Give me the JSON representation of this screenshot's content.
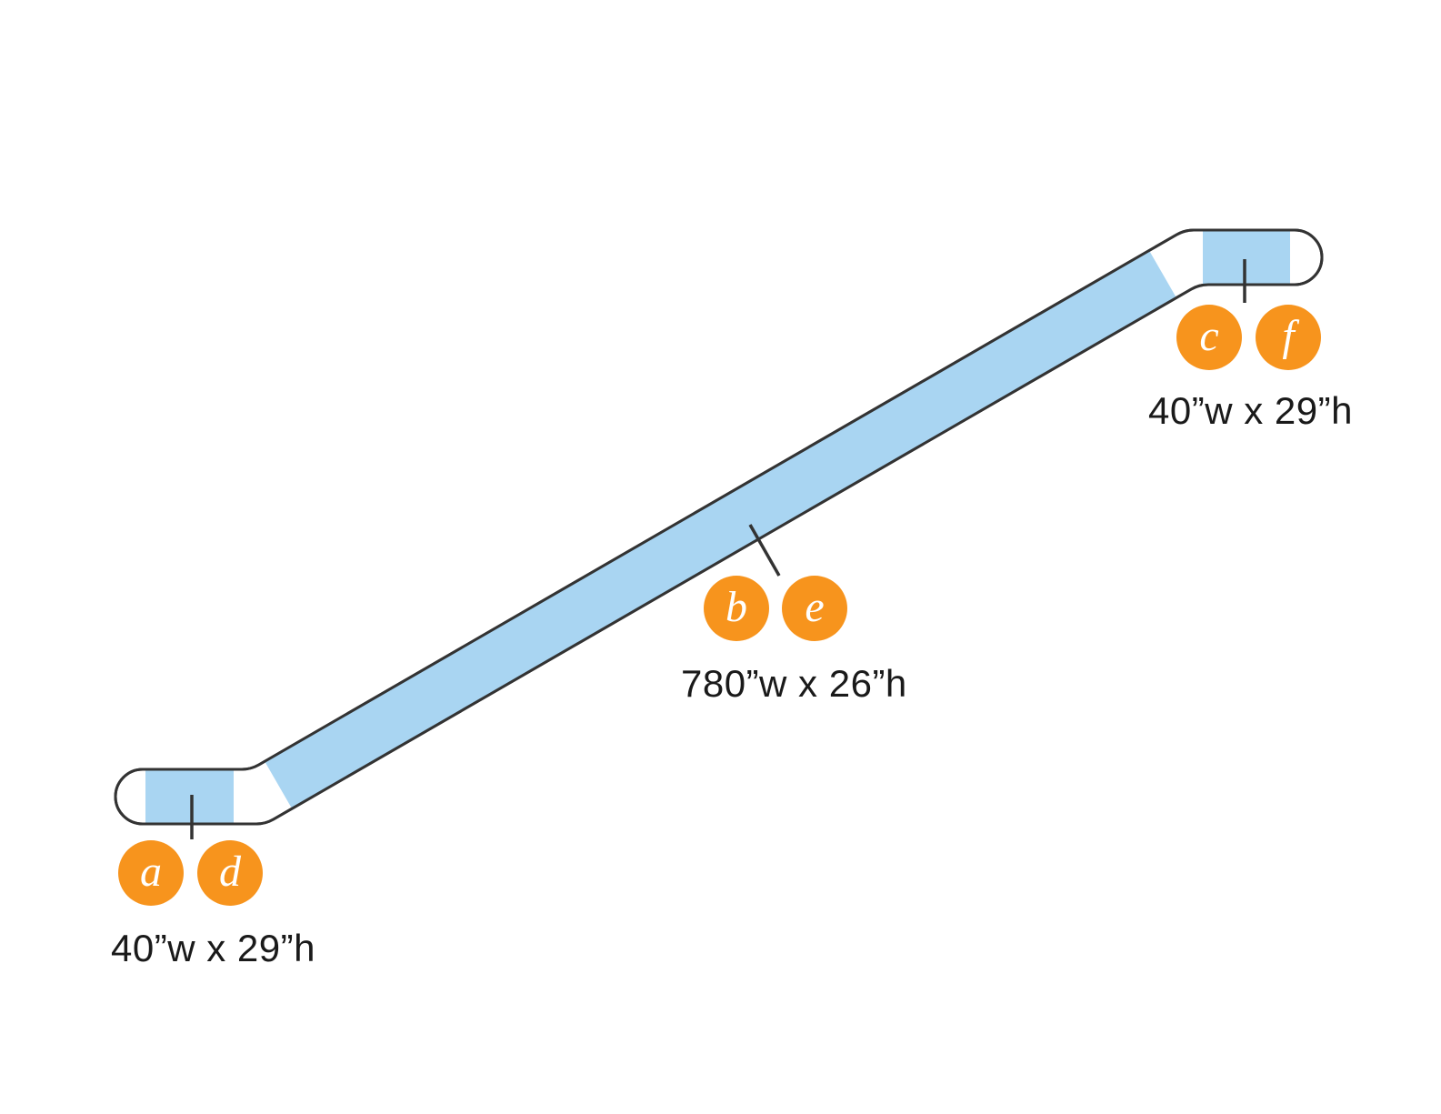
{
  "colors": {
    "band_fill": "#A9D5F2",
    "outline": "#333333",
    "marker_fill": "#F7941D",
    "marker_letter": "#FFFFFF",
    "dimension_text": "#1A1A1A"
  },
  "sections": {
    "bottom_landing": {
      "markers": [
        "a",
        "d"
      ],
      "dimension_label": "40”w x 29”h"
    },
    "incline": {
      "markers": [
        "b",
        "e"
      ],
      "dimension_label": "780”w x 26”h"
    },
    "top_landing": {
      "markers": [
        "c",
        "f"
      ],
      "dimension_label": "40”w x 29”h"
    }
  }
}
